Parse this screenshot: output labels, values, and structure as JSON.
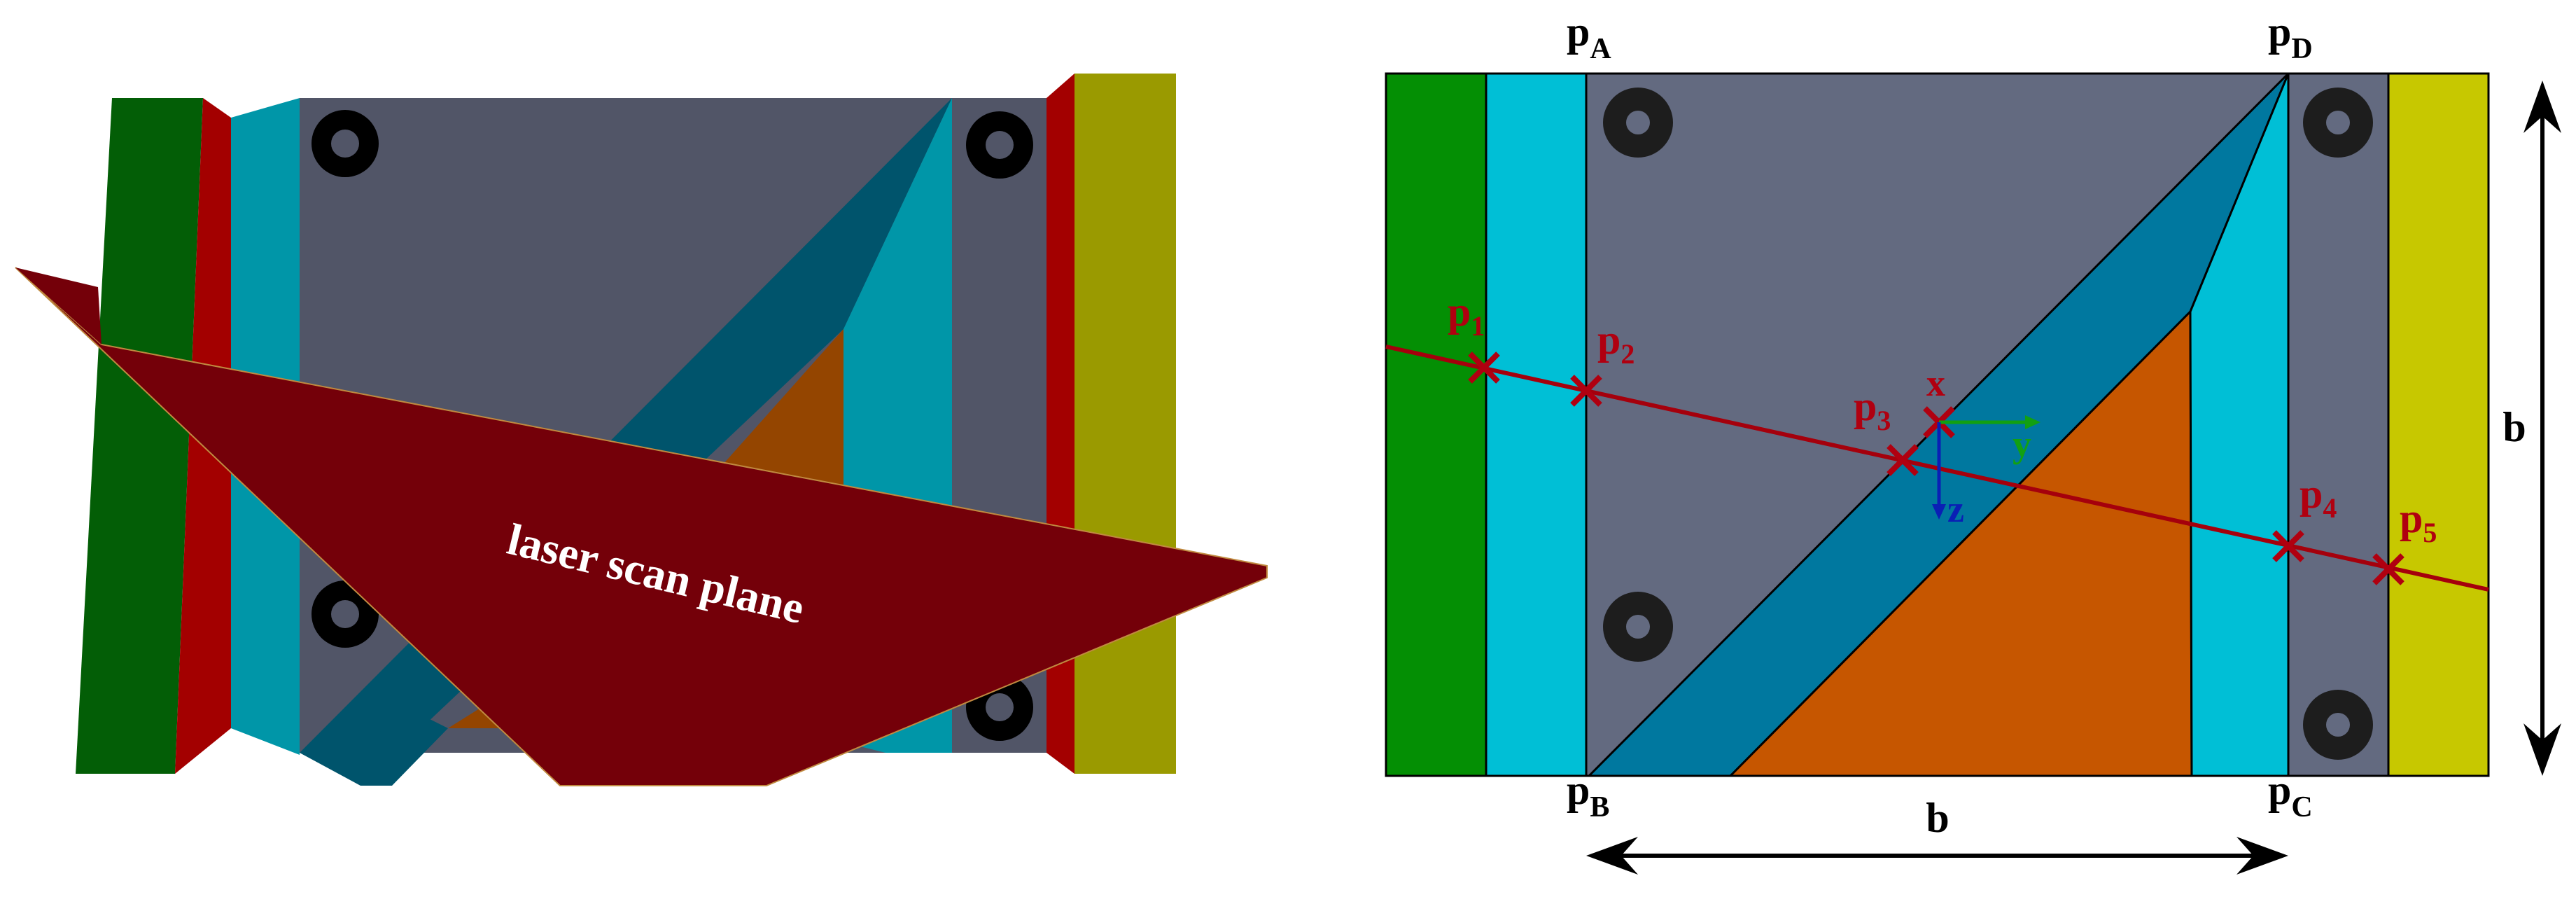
{
  "left_view": {
    "plane_label": "laser scan plane",
    "colors": {
      "green": "#035e06",
      "red": "#a30000",
      "teal": "#0096a8",
      "gray": "#515567",
      "blue": "#00546c",
      "orange": "#944500",
      "olive": "#9a9a00",
      "plane": "#740009",
      "hole": "#000000"
    }
  },
  "right_view": {
    "labels": {
      "pA": {
        "base": "p",
        "sub": "A"
      },
      "pB": {
        "base": "p",
        "sub": "B"
      },
      "pC": {
        "base": "p",
        "sub": "C"
      },
      "pD": {
        "base": "p",
        "sub": "D"
      },
      "p1": {
        "base": "p",
        "sub": "1"
      },
      "p2": {
        "base": "p",
        "sub": "2"
      },
      "p3": {
        "base": "p",
        "sub": "3"
      },
      "p4": {
        "base": "p",
        "sub": "4"
      },
      "p5": {
        "base": "p",
        "sub": "5"
      },
      "x_axis": "x",
      "y_axis": "y",
      "z_axis": "z",
      "width_dim": "b",
      "height_dim": "b"
    },
    "colors": {
      "green": "#048f04",
      "cyan": "#00bfd6",
      "gray": "#636a80",
      "blue": "#00789f",
      "orange": "#c65600",
      "yellow": "#c7c800",
      "scan_line": "#a5000c",
      "marker": "#b00010",
      "y_axis": "#12a012",
      "z_axis": "#0a1fb5",
      "hole": "#1d1d1d",
      "outline": "#000000"
    }
  }
}
